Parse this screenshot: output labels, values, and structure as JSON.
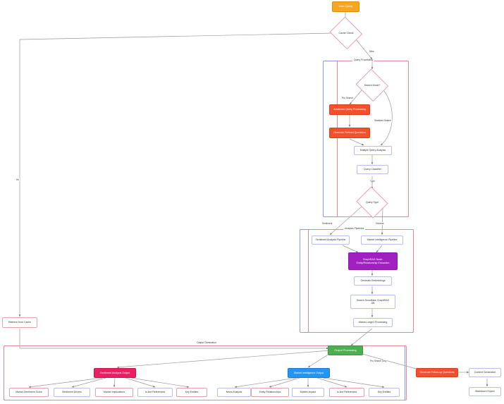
{
  "diagram": {
    "title": "Query Processing Flowchart",
    "colors": {
      "orange": "#F5A623",
      "red": "#F4502B",
      "purple": "#A020C0",
      "green": "#4CAF50",
      "pink": "#E91E63",
      "blue": "#2196F3",
      "edge": "#999999",
      "default_border": "#E3A0AE",
      "cluster_border_blue": "#8A9BE0",
      "cluster_border_red": "#E08A95"
    },
    "clusters": [
      {
        "id": "query_processing",
        "label": "Query Processing"
      },
      {
        "id": "analysis_pipelines",
        "label": "Analysis Pipelines"
      },
      {
        "id": "output_generation",
        "label": "Output Generation"
      }
    ],
    "nodes": {
      "user_query": "User Query",
      "cache_check": "Cache Check",
      "retrieve_from_cache": "Retrieve from Cache",
      "search_mode": "Search Mode?",
      "advanced_query_processing": "Advanced Query Processing",
      "generate_refined_questions": "Generate Refined Questions",
      "multiple_query_analysis": "Multiple Query Analysis",
      "query_classifier": "Query Classifier",
      "query_type": "Query Type",
      "sentiment_analysis_pipeline": "Sentiment Analysis Pipeline",
      "market_intelligence_pipeline": "Market Intelligence Pipeline",
      "graphrag_node": "GraphRAG Node:\nEntity/Relationship Extraction",
      "graphrag_node_line1": "GraphRAG Node:",
      "graphrag_node_line2": "Entity/Relationship Extraction",
      "generate_embeddings": "Generate Embeddings",
      "search_snowflake_line1": "Search Snowflake GraphRAG",
      "search_snowflake_line2": "DB",
      "mistral_processing": "Mistral-Large2 Processing",
      "output_processing": "Output Processing",
      "sentiment_analysis_output": "Sentiment Analysis Output",
      "market_intelligence_output": "Market Intelligence Output",
      "generate_followup_questions": "Generate Follow-up Questions",
      "content_generation": "Content Generation",
      "markdown_export": "Markdown Export",
      "market_sentiment_score": "Market Sentiment Score",
      "sentiment_drivers": "Sentiment Drivers",
      "market_implications": "Market Implications",
      "inline_references_1": "In-line References",
      "key_entities_1": "Key Entities",
      "news_analysis": "News Analysis",
      "entity_relationships": "Entity Relationships",
      "market_impact": "Market Impact",
      "inline_references_2": "In-line References",
      "key_entities_2": "Key Entities"
    },
    "edge_labels": {
      "hit": "Hit",
      "miss": "Miss",
      "pro_search": "Pro Search",
      "standard_search": "Standard Search",
      "type": "Type",
      "sentiment": "Sentiment",
      "general": "General",
      "pro_search_only": "Pro Search Only"
    }
  }
}
